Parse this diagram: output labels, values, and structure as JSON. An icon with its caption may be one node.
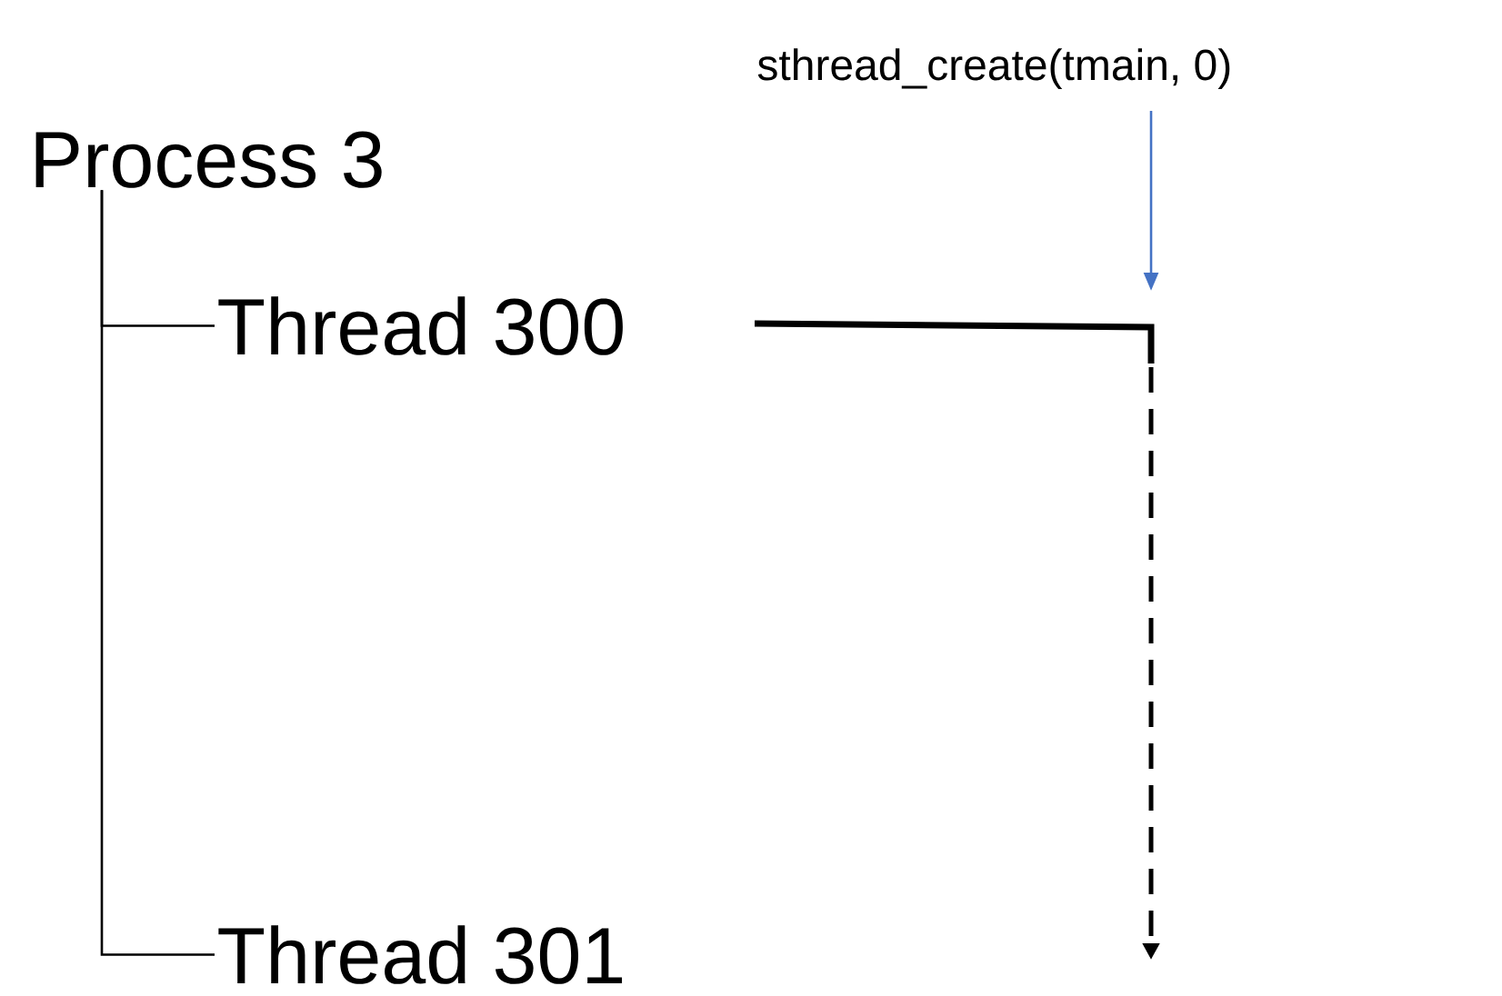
{
  "diagram": {
    "nodes": [
      {
        "text": [
          "Process 3"
        ]
      },
      {
        "text": [
          "Thread 300"
        ]
      },
      {
        "text": [
          "Thread 301"
        ]
      },
      {
        "text": [
          "sthread_create(tmain, 0)"
        ]
      }
    ],
    "edges": [
      {
        "from": 0,
        "to": 1,
        "arrow": "none"
      },
      {
        "from": 0,
        "to": 2,
        "arrow": "none"
      },
      {
        "from": 3,
        "to": null,
        "arrow": "to",
        "color": "#4472c4"
      }
    ]
  }
}
